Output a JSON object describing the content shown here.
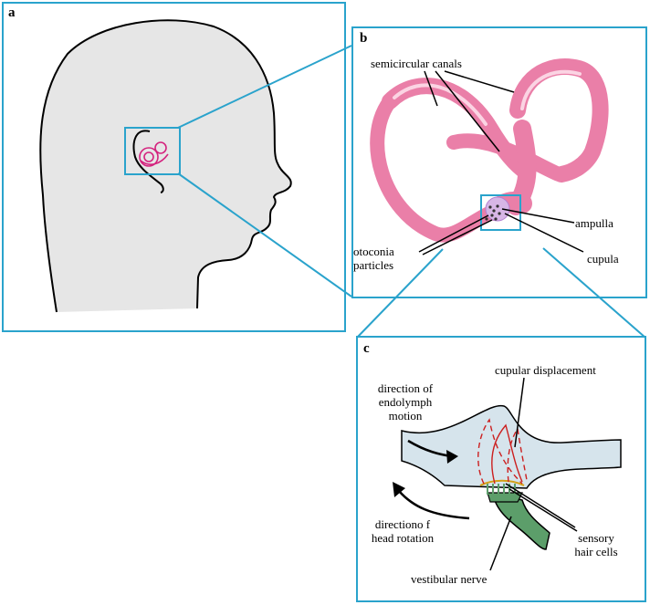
{
  "panels": {
    "a": {
      "letter": "a"
    },
    "b": {
      "letter": "b",
      "labels": {
        "semicircular": "semicircular canals",
        "ampulla": "ampulla",
        "cupula": "cupula",
        "otoconia_line1": "otoconia",
        "otoconia_line2": "particles"
      }
    },
    "c": {
      "letter": "c",
      "labels": {
        "cupular": "cupular displacement",
        "endolymph_line1": "direction of",
        "endolymph_line2": "endolymph",
        "endolymph_line3": "motion",
        "rotation_line1": "directiono f",
        "rotation_line2": "head rotation",
        "sensory_line1": "sensory",
        "sensory_line2": "hair cells",
        "nerve": "vestibular nerve"
      }
    }
  },
  "colors": {
    "frame": "#2aa3cc",
    "head_fill": "#e6e6e6",
    "labyrinth": "#ea7fa8",
    "canal_fill": "#d6e4ec",
    "nerve": "#5c9e6a",
    "cupula_dash": "#cc1f1f"
  }
}
